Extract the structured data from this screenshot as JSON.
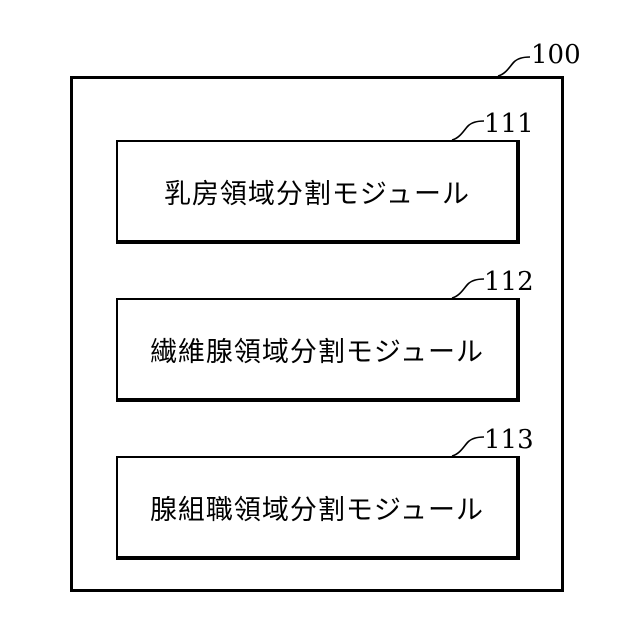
{
  "diagram": {
    "container": {
      "ref": "100"
    },
    "modules": [
      {
        "ref": "111",
        "label": "乳房領域分割モジュール"
      },
      {
        "ref": "112",
        "label": "繊維腺領域分割モジュール"
      },
      {
        "ref": "113",
        "label": "腺組職領域分割モジュール"
      }
    ]
  }
}
